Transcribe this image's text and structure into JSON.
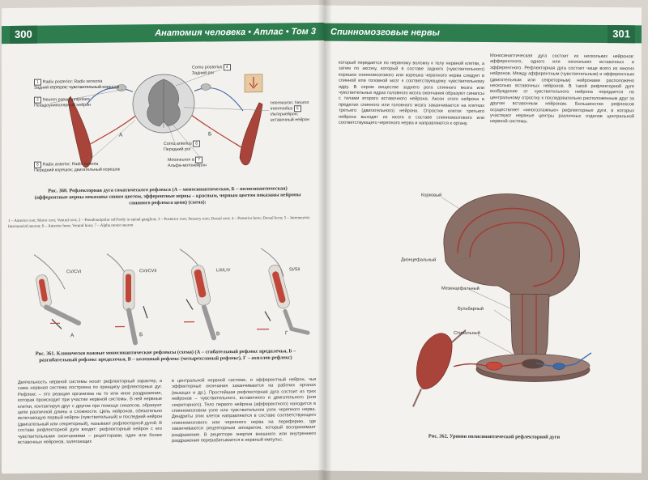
{
  "left_page": {
    "page_number": "300",
    "running_title": "Анатомия человека • Атлас • Том 3",
    "figure_360": {
      "labels_left": [
        {
          "num": "1",
          "latin": "Radix posterior; Radix sensoria",
          "ru": "Задний корешок; чувствительный корешок"
        },
        {
          "num": "2",
          "latin": "Neuron pseudounipolare",
          "ru": "Псевдоуниполярный нейрон"
        },
        {
          "num": "6",
          "latin": "Radix anterior; Radix motoria",
          "ru": "Передний корешок; двигательный корешок"
        }
      ],
      "labels_right": [
        {
          "num": "4",
          "latin": "Cornu posterius",
          "ru": "Задний рог"
        },
        {
          "num": "5",
          "latin": "Interneuron; Neuron intermedius",
          "ru": "Интернейрон; вставочный нейрон"
        },
        {
          "num": "6",
          "latin": "Cornu anterius",
          "ru": "Передний рог"
        },
        {
          "num": "7",
          "latin": "Motoneuron α",
          "ru": "Альфа-мотонейрон"
        }
      ],
      "letter_a": "А",
      "letter_b": "Б",
      "caption_label": "Рис. 360.",
      "caption_text": "Рефлекторная дуга соматического рефлекса (А – моносинаптическая, Б – полисинаптическая) (афферентные нервы показаны синим цветом, эфферентные нервы – красным, черным цветом показаны нейроны спинного рефлекса цепи) (схема):",
      "caption_english": "1 – Anterior root; Motor root; Ventral root; 2 – Pseudounipolar cell body in spinal ganglion; 3 – Posterior root; Sensory root; Dorsal root; 4 – Posterior horn; Dorsal horn; 5 – Interneuron; Internuncial neuron; 6 – Anterior horn; Ventral horn; 7 – Alpha motor neuron"
    },
    "figure_361": {
      "segment_labels": [
        "CV/CVI",
        "CVI/CVII",
        "LIII/LIV",
        "SI/SII"
      ],
      "letters": [
        "А",
        "Б",
        "В",
        "Г"
      ],
      "caption_label": "Рис. 361.",
      "caption_text": "Клинически важные моносинаптические рефлексы (схема) (А – сгибательный рефлекс предплечья, Б – разгибательный рефлекс предплечья, В – коленный рефлекс (четырехглавый рефлекс), Г – ахиллов рефлекс)"
    },
    "body_col1": "Деятельность нервной системы носит рефлекторный характер, а сама нервная система построена по принципу рефлекторных дуг. Рефлекс – это реакция организма на то или иное раздражение, которая происходит при участии нервной системы. В ней нервные клетки, контактируя друг с другом при помощи синапсов, образуют цепи различной длины и сложности. Цепь нейронов, обязательно включающую первый нейрон (чувствительный) и последний нейрон (двигательный или секреторный), называют рефлекторной дугой. В составе рефлекторной дуги входят: рефлекторный нейрон с его чувствительными окончаниями – рецепторами, один или более вставочных нейронов, залегающих",
    "body_col2": "в центральной нервной системе, и эфферентный нейрон, чьи эффекторные окончания заканчиваются на рабочих органах (мышцах и др.). Простейшая рефлекторная дуга состоит из трех нейронов – чувствительного, вставочного и двигательного (или секреторного). Тело первого нейрона (афферентного) находится в спинномозговом узле или чувствительном узле черепного нерва. Дендриты этих клеток направляются в составе соответствующего спинномозгового или черепного нерва на периферию, где заканчиваются рецепторным аппаратом, который воспринимает раздражение. В рецепторе энергия внешнего или внутреннего раздражения перерабатывается в нервный импульс."
  },
  "right_page": {
    "page_number": "301",
    "running_title": "Спинномозговые нервы",
    "body_col1": "который передается по нервному волокну к телу нервной клетки, а затем по аксону, который в составе заднего (чувствительного) корешка спинномозгового или корешка черепного нерва следует в спинной или головной мозг к соответствующему чувствительному ядру. В сером веществе заднего рога спинного мозга или чувствительных ядрах головного мозга окончания образуют синапсы с телами второго вставочного нейрона. Аксон этого нейрона в пределах спинного или головного мозга заканчивается на клетках третьего (двигательного) нейрона. Отростки клеток третьего нейрона выходят из мозга в составе спинномозгового или соответствующего черепного нерва и направляются к органу.",
    "body_col2": "Моносинаптическая дуга состоит из нескольких нейронов: афферентного, одного или нескольких вставочных и эфферентного. Рефлекторная дуга состоит чаще всего из многих нейронов. Между афферентным (чувствительным) и эфферентным (двигательным или секреторным) нейронами расположено несколько вставочных нейронов. В такой рефлекторной дуге возбуждение от чувствительного нейрона передается по центральному отростку к последовательно расположенным друг за другом вставочным нейронам. Большинство рефлексов осуществляет «многоэтажные» рефлекторные дуги, в которых участвуют нервные центры различных отделов центральной нервной системы.",
    "figure_362": {
      "labels": [
        "Корковый",
        "Диэнцефальный",
        "Мезенцефальный",
        "Бульбарный",
        "Спинальный"
      ],
      "caption_label": "Рис. 362.",
      "caption_text": "Уровни полисинаптической рефлекторной дуги"
    }
  }
}
